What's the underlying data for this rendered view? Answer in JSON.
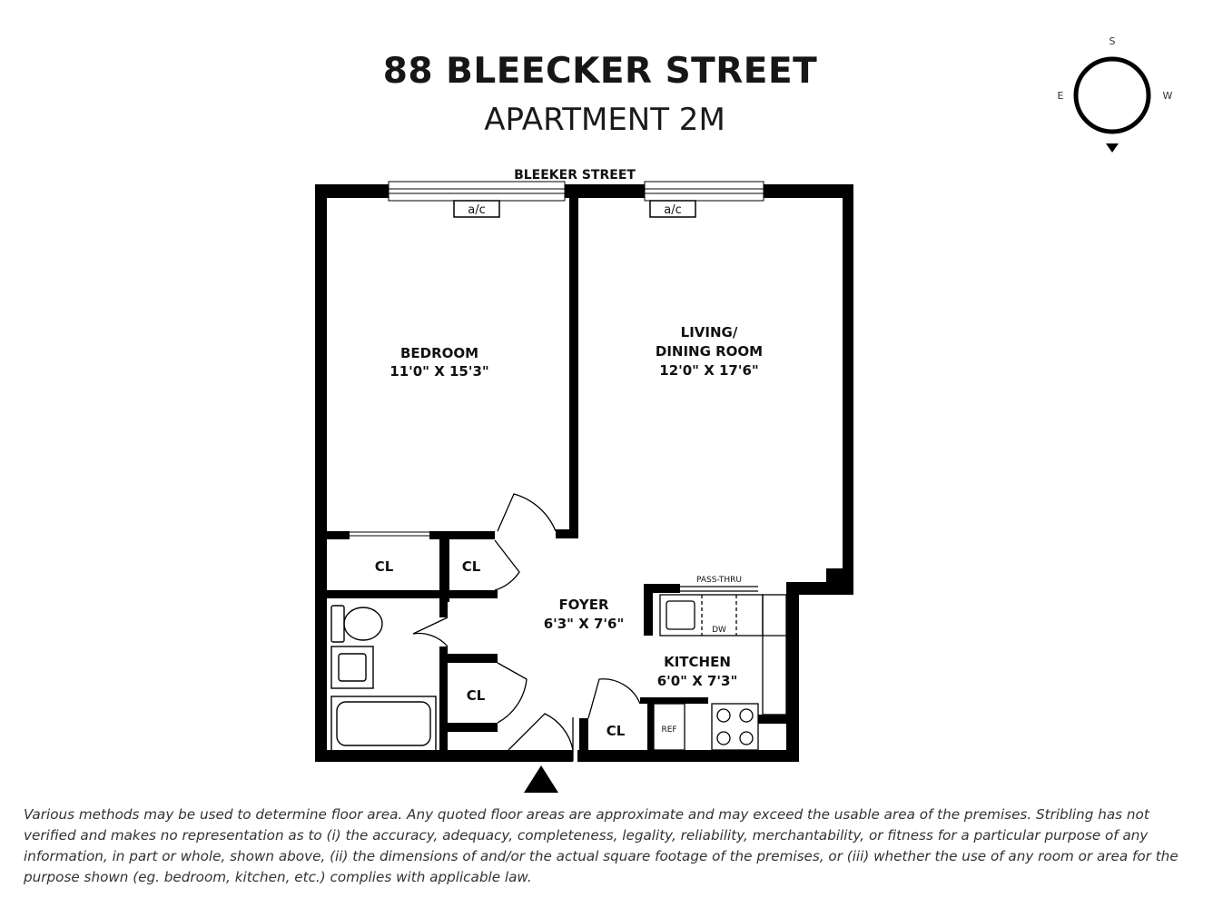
{
  "title": "88 BLEECKER STREET",
  "subtitle": "APARTMENT 2M",
  "compass": {
    "top": "S",
    "left": "E",
    "right": "W"
  },
  "street_label": "BLEEKER STREET",
  "ac_label": "a/c",
  "rooms": {
    "bedroom": {
      "name": "BEDROOM",
      "dims": "11'0\" X 15'3\""
    },
    "living": {
      "name_line1": "LIVING/",
      "name_line2": "DINING ROOM",
      "dims": "12'0\" X 17'6\""
    },
    "foyer": {
      "name": "FOYER",
      "dims": "6'3\" X 7'6\""
    },
    "kitchen": {
      "name": "KITCHEN",
      "dims": "6'0\" X 7'3\""
    }
  },
  "closet_label": "CL",
  "pass_thru_label": "PASS-THRU",
  "dw_label": "DW",
  "ref_label": "REF",
  "disclaimer": "Various methods may be used to determine floor area. Any quoted floor areas are approximate and may exceed the usable area of the premises. Stribling has not verified and makes no representation as to (i) the accuracy, adequacy, completeness, legality, reliability, merchantability, or fitness for a particular purpose of any information, in part or whole, shown above, (ii) the dimensions of and/or the actual square footage of the premises, or (iii) whether the use of any room or area for the purpose shown (eg. bedroom, kitchen, etc.) complies with applicable law."
}
